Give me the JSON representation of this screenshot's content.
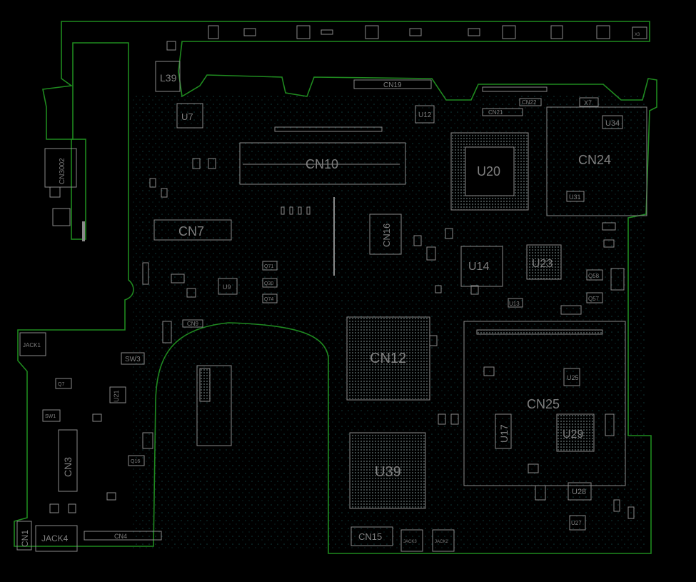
{
  "labels": {
    "L39": "L39",
    "U7": "U7",
    "CN10": "CN10",
    "CN19": "CN19",
    "U12": "U12",
    "U20": "U20",
    "CN22": "CN22",
    "X7": "X7",
    "U34": "U34",
    "CN24": "CN24",
    "U31": "U31",
    "CN21": "CN21",
    "CN3002": "CN3002",
    "CN7": "CN7",
    "CN16": "CN16",
    "U14": "U14",
    "U23": "U23",
    "Q58": "Q58",
    "Q57": "Q57",
    "U13": "U13",
    "U9": "U9",
    "Q71": "Q71",
    "Q30": "Q30",
    "Q74": "Q74",
    "CN9": "CN9",
    "JACK1": "JACK1",
    "SW3": "SW3",
    "Q7": "Q7",
    "U21": "U21",
    "SW1": "SW1",
    "CN3": "CN3",
    "Q16": "Q16",
    "CN12": "CN12",
    "CN25": "CN25",
    "U25": "U25",
    "U17": "U17",
    "U29": "U29",
    "U39": "U39",
    "U28": "U28",
    "U27": "U27",
    "CN1": "CN1",
    "JACK4": "JACK4",
    "CN4": "CN4",
    "CN15": "CN15",
    "JACK3": "JACK3",
    "JACK2": "JACK2",
    "X3": "X3"
  },
  "colors": {
    "outline": "#1f8a1f",
    "silkscreen": "#8a8a8a",
    "via": "#1e6f6f",
    "background": "#000000"
  }
}
